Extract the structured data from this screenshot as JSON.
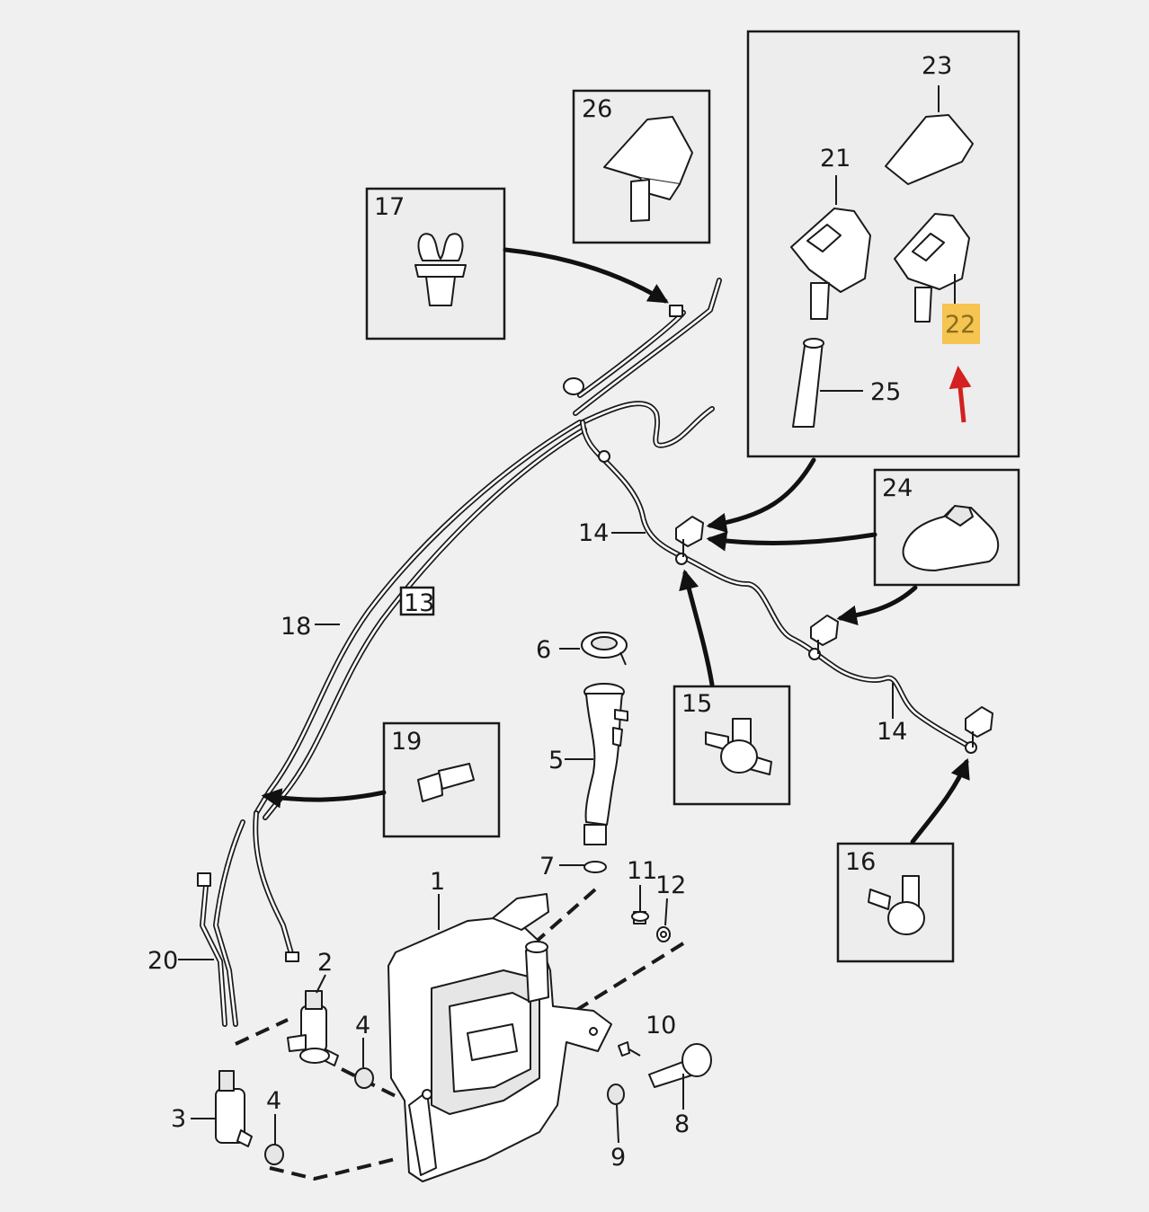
{
  "diagram": {
    "labels": {
      "l1": "1",
      "l2": "2",
      "l3": "3",
      "l4a": "4",
      "l4b": "4",
      "l5": "5",
      "l6": "6",
      "l7": "7",
      "l8": "8",
      "l9": "9",
      "l10": "10",
      "l11": "11",
      "l12": "12",
      "l13": "13",
      "l14a": "14",
      "l14b": "14",
      "l15": "15",
      "l16": "16",
      "l17": "17",
      "l18": "18",
      "l19": "19",
      "l20": "20",
      "l21": "21",
      "l22": "22",
      "l23": "23",
      "l24": "24",
      "l25": "25",
      "l26": "26"
    },
    "colors": {
      "highlight": "#f5c451",
      "pointer_arrow": "#d42020",
      "line": "#1a1a1a",
      "background": "#f0f0f0"
    }
  }
}
